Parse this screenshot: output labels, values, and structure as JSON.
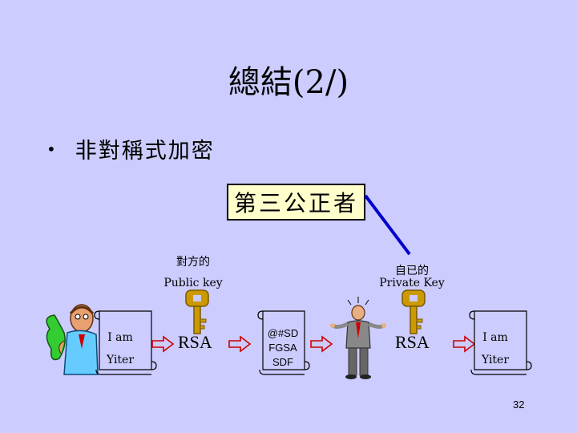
{
  "title": "總結(2/)",
  "bullet": "非對稱式加密",
  "trusted_third_party": "第三公正者",
  "public_key_label_cn": "對方的",
  "public_key_label_en": "Public key",
  "private_key_label_cn": "自已的",
  "private_key_label_en": "Private Key",
  "plaintext_left": [
    "I am",
    "Yiter"
  ],
  "rsa_left": "RSA",
  "ciphertext": [
    "@#SD",
    "FGSA",
    "SDF"
  ],
  "rsa_right": "RSA",
  "plaintext_right": [
    "I am",
    "Yiter"
  ],
  "page_number": "32",
  "colors": {
    "background": "#ccccff",
    "box_fill": "#ffffcc",
    "connector": "#0000cc",
    "arrow": "#cc0000",
    "key": "#cc9900"
  }
}
